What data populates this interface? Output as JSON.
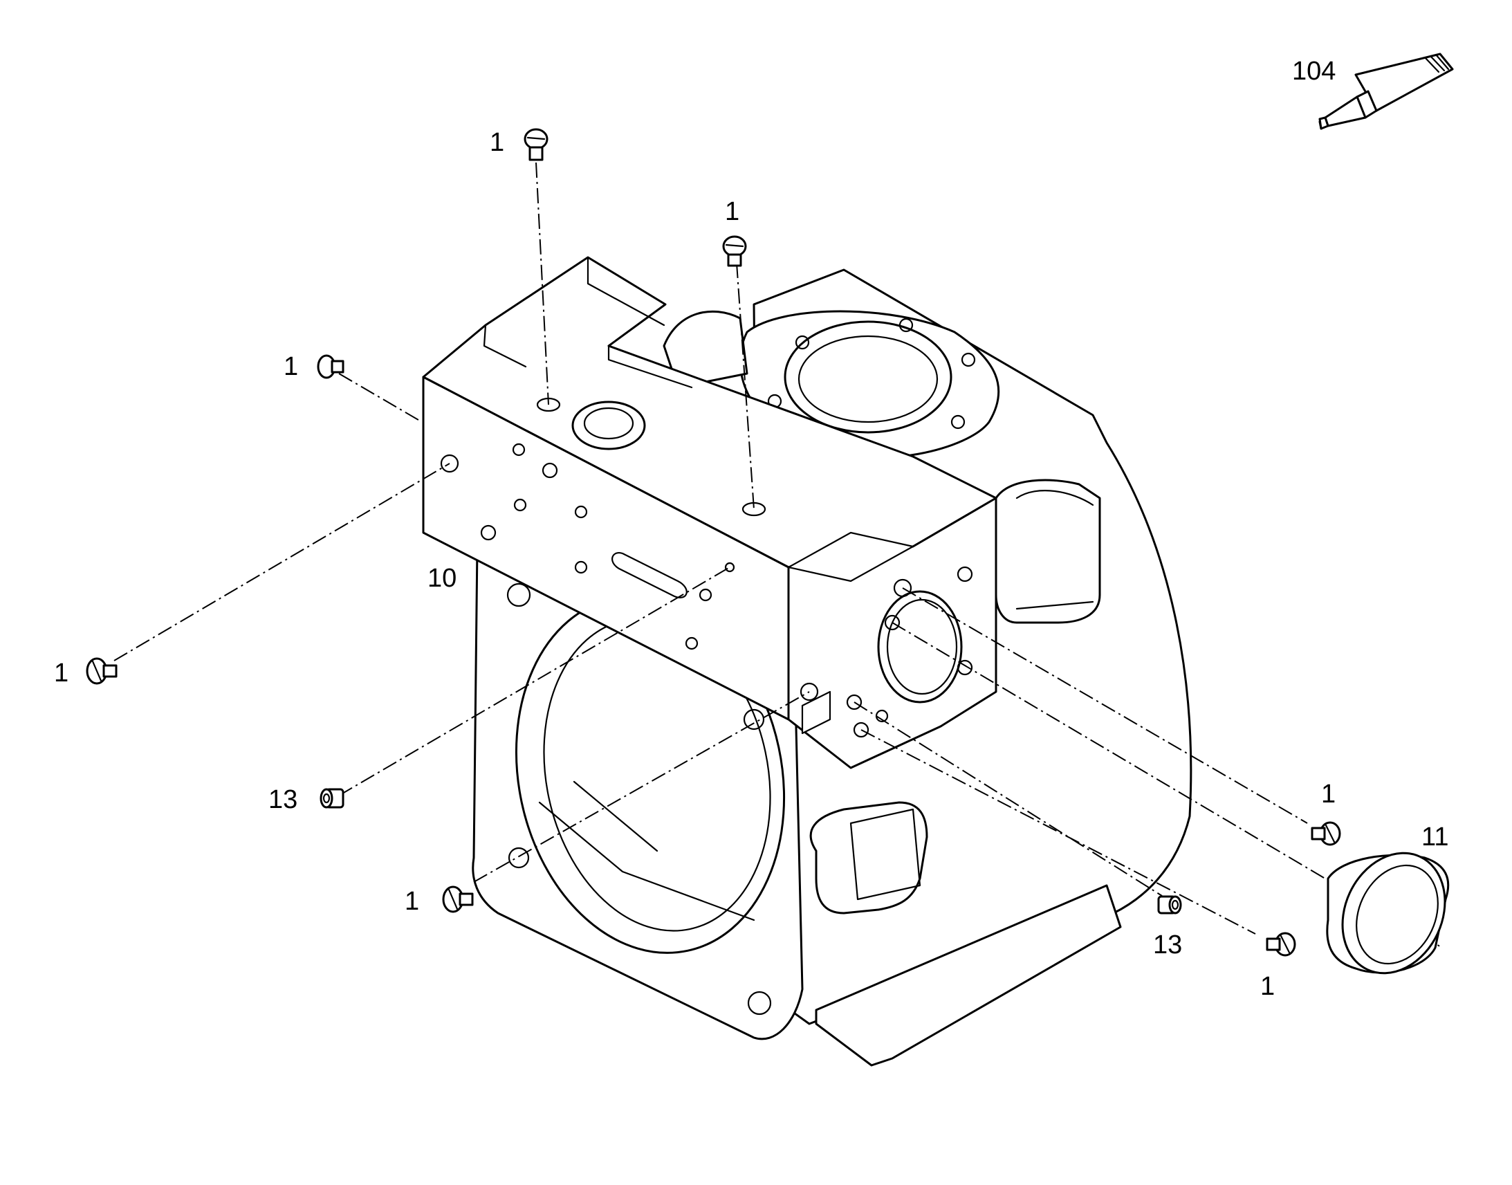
{
  "diagram": {
    "callouts": [
      {
        "id": "c104",
        "label": "104"
      },
      {
        "id": "c1-top-left",
        "label": "1"
      },
      {
        "id": "c1-top-mid",
        "label": "1"
      },
      {
        "id": "c1-left-upper",
        "label": "1"
      },
      {
        "id": "c10",
        "label": "10"
      },
      {
        "id": "c1-left-lower",
        "label": "1"
      },
      {
        "id": "c13-left",
        "label": "13"
      },
      {
        "id": "c1-bottom-left",
        "label": "1"
      },
      {
        "id": "c1-right-upper",
        "label": "1"
      },
      {
        "id": "c11",
        "label": "11"
      },
      {
        "id": "c13-right",
        "label": "13"
      },
      {
        "id": "c1-right-lower",
        "label": "1"
      }
    ]
  }
}
